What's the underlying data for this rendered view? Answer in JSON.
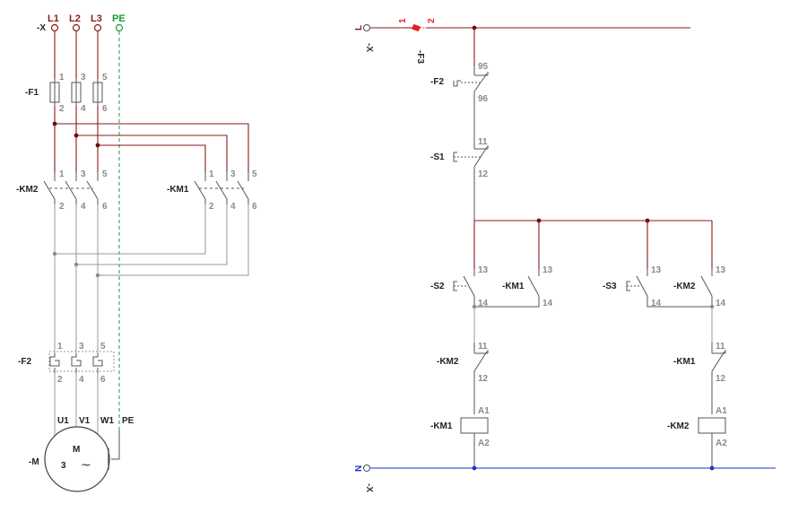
{
  "colors": {
    "phase": "#8b1a1a",
    "pe": "#1a9a3a",
    "neutral": "#2233bb",
    "wire": "#9a9a9a",
    "junction": "#6b0f0f",
    "fuse": "#e82020"
  },
  "power": {
    "terminal_x": "-X",
    "phases": [
      "L1",
      "L2",
      "L3",
      "PE"
    ],
    "fuses": {
      "tag": "-F1",
      "pins_top": [
        "1",
        "3",
        "5"
      ],
      "pins_bottom": [
        "2",
        "4",
        "6"
      ]
    },
    "km2": {
      "tag": "-KM2",
      "pins_top": [
        "1",
        "3",
        "5"
      ],
      "pins_bottom": [
        "2",
        "4",
        "6"
      ]
    },
    "km1": {
      "tag": "-KM1",
      "pins_top": [
        "1",
        "3",
        "5"
      ],
      "pins_bottom": [
        "2",
        "4",
        "6"
      ]
    },
    "overload": {
      "tag": "-F2",
      "pins_top": [
        "1",
        "3",
        "5"
      ],
      "pins_bottom": [
        "2",
        "4",
        "6"
      ]
    },
    "motor": {
      "tag": "-M",
      "terminals": [
        "U1",
        "V1",
        "W1",
        "PE"
      ],
      "label": "M",
      "phases": "3",
      "ac_symbol": "~"
    }
  },
  "control": {
    "supply": {
      "l_label": "L",
      "n_label": "N",
      "x_label": "-X"
    },
    "mcb": {
      "tag": "-F3",
      "pin1": "1",
      "pin2": "2"
    },
    "f2_contact": {
      "tag": "-F2",
      "top": "95",
      "bottom": "96"
    },
    "s1": {
      "tag": "-S1",
      "top": "11",
      "bottom": "12"
    },
    "s2": {
      "tag": "-S2",
      "top": "13",
      "bottom": "14"
    },
    "km1_hold": {
      "tag": "-KM1",
      "top": "13",
      "bottom": "14"
    },
    "s3": {
      "tag": "-S3",
      "top": "13",
      "bottom": "14"
    },
    "km2_hold": {
      "tag": "-KM2",
      "top": "13",
      "bottom": "14"
    },
    "km2_nc": {
      "tag": "-KM2",
      "top": "11",
      "bottom": "12"
    },
    "km1_nc": {
      "tag": "-KM1",
      "top": "11",
      "bottom": "12"
    },
    "km1_coil": {
      "tag": "-KM1",
      "top": "A1",
      "bottom": "A2"
    },
    "km2_coil": {
      "tag": "-KM2",
      "top": "A1",
      "bottom": "A2"
    }
  }
}
